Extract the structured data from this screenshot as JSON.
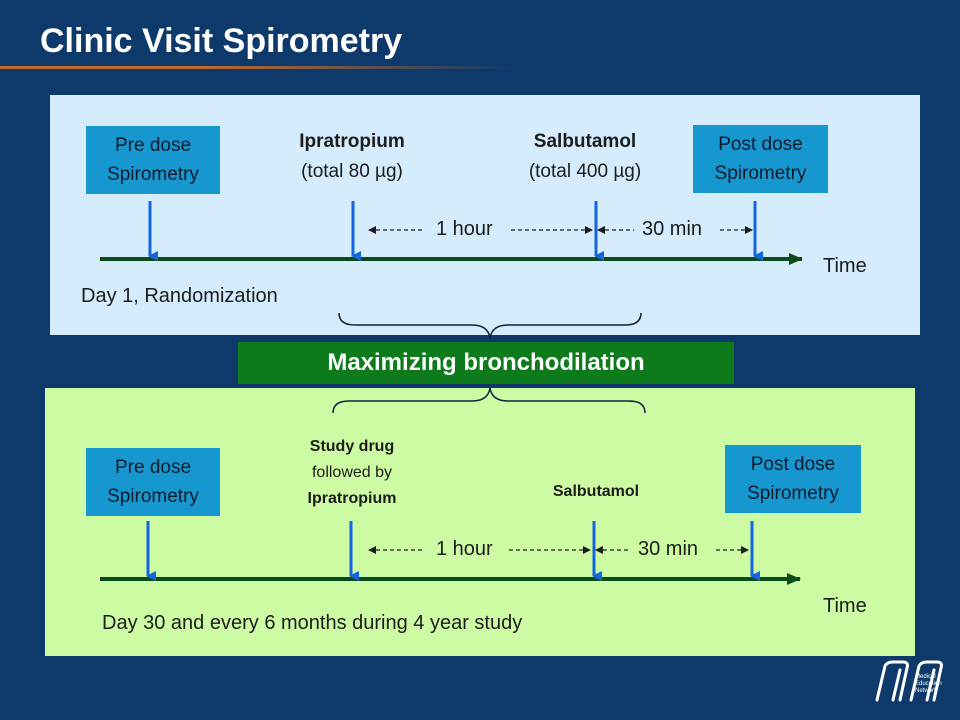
{
  "title": "Clinic Visit Spirometry",
  "banner": "Maximizing bronchodilation",
  "top": {
    "pre_l1": "Pre dose",
    "pre_l2": "Spirometry",
    "drug1_l1": "Ipratropium",
    "drug1_l2": "(total 80 µg)",
    "drug2_l1": "Salbutamol",
    "drug2_l2": "(total 400 µg)",
    "post_l1": "Post dose",
    "post_l2": "Spirometry",
    "interval1": "1 hour",
    "interval2": "30 min",
    "time": "Time",
    "caption": "Day 1, Randomization"
  },
  "bottom": {
    "pre_l1": "Pre dose",
    "pre_l2": "Spirometry",
    "drug1_l1": "Study drug",
    "drug1_l2": "followed by",
    "drug1_l3": "Ipratropium",
    "drug2_l1": "Salbutamol",
    "post_l1": "Post dose",
    "post_l2": "Spirometry",
    "interval1": "1 hour",
    "interval2": "30 min",
    "time": "Time",
    "caption": "Day 30 and every 6 months during 4 year study"
  },
  "logo": {
    "l1": "Medical",
    "l2": "Education",
    "l3": "Network"
  },
  "colors": {
    "background": "#0d3a6b",
    "arrow": "#1565e0",
    "axis": "#0b4a1a",
    "banner": "#0d7a1c",
    "box": "#1797d0"
  }
}
